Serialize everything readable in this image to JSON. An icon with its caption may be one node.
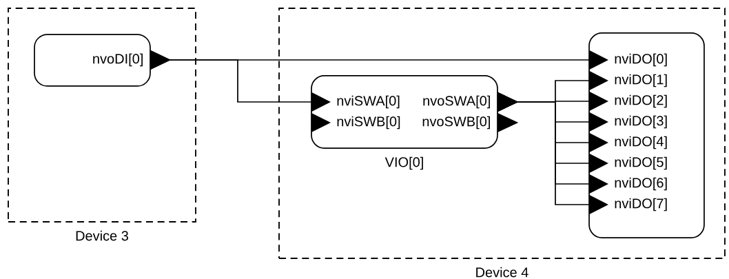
{
  "diagram": {
    "nodes": [
      {
        "text": [
          "Device 3"
        ]
      },
      {
        "text": [
          "Device 4"
        ]
      },
      {
        "text": [],
        "shape": "box",
        "in": 0
      },
      {
        "text": [
          "nvoDI[0]"
        ],
        "in": 2
      },
      {
        "text": [
          "VIO[0]"
        ],
        "in": 1
      },
      {
        "text": [
          "nviSWA[0]"
        ],
        "in": 4
      },
      {
        "text": [
          "nviSWB[0]"
        ],
        "in": 4
      },
      {
        "text": [
          "nvoSWA[0]"
        ],
        "in": 4
      },
      {
        "text": [
          "nvoSWB[0]"
        ],
        "in": 4
      },
      {
        "text": [],
        "shape": "box",
        "in": 1
      },
      {
        "text": [
          "nviDO[0]"
        ],
        "in": 9
      },
      {
        "text": [
          "nviDO[1]"
        ],
        "in": 9
      },
      {
        "text": [
          "nviDO[2]"
        ],
        "in": 9
      },
      {
        "text": [
          "nviDO[3]"
        ],
        "in": 9
      },
      {
        "text": [
          "nviDO[4]"
        ],
        "in": 9
      },
      {
        "text": [
          "nviDO[5]"
        ],
        "in": 9
      },
      {
        "text": [
          "nviDO[6]"
        ],
        "in": 9
      },
      {
        "text": [
          "nviDO[7]"
        ],
        "in": 9
      },
      {
        "text": [],
        "shape": "triangle",
        "in": 1
      }
    ],
    "edges": [
      {
        "from": 3,
        "to": 10,
        "arrow": "to"
      },
      {
        "from": 3,
        "to": 5,
        "arrow": "to"
      },
      {
        "from": 7,
        "to": 11,
        "arrow": "to"
      },
      {
        "from": 7,
        "to": 12,
        "arrow": "to"
      },
      {
        "from": 7,
        "to": 13,
        "arrow": "to"
      },
      {
        "from": 7,
        "to": 14,
        "arrow": "to"
      },
      {
        "from": 7,
        "to": 15,
        "arrow": "to"
      },
      {
        "from": 7,
        "to": 16,
        "arrow": "to"
      },
      {
        "from": 7,
        "to": 17,
        "arrow": "to"
      }
    ]
  }
}
